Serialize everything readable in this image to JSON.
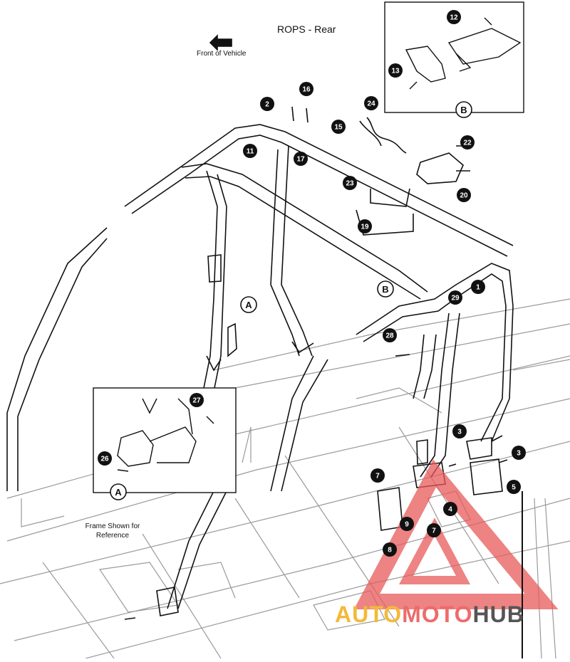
{
  "title": "ROPS - Rear",
  "front_label": "Front of Vehicle",
  "frame_note": "Frame Shown for Reference",
  "watermark": {
    "part1": "AUTO",
    "part2": "MOTO",
    "part3": "HUB"
  },
  "callouts": {
    "c1": "1",
    "c2": "2",
    "c3a": "3",
    "c3b": "3",
    "c4": "4",
    "c5": "5",
    "c7a": "7",
    "c7b": "7",
    "c8": "8",
    "c9": "9",
    "c11": "11",
    "c12": "12",
    "c13": "13",
    "c15": "15",
    "c16": "16",
    "c17": "17",
    "c19": "19",
    "c20": "20",
    "c22": "22",
    "c23": "23",
    "c24": "24",
    "c26": "26",
    "c27": "27",
    "c28": "28",
    "c29": "29"
  },
  "views": {
    "a_main": "A",
    "a_inset": "A",
    "b_main": "B",
    "b_inset": "B"
  },
  "colors": {
    "line": "#111111",
    "frame": "#9a9a9a",
    "badge": "#111111",
    "wm_red": "#e85a5a"
  }
}
